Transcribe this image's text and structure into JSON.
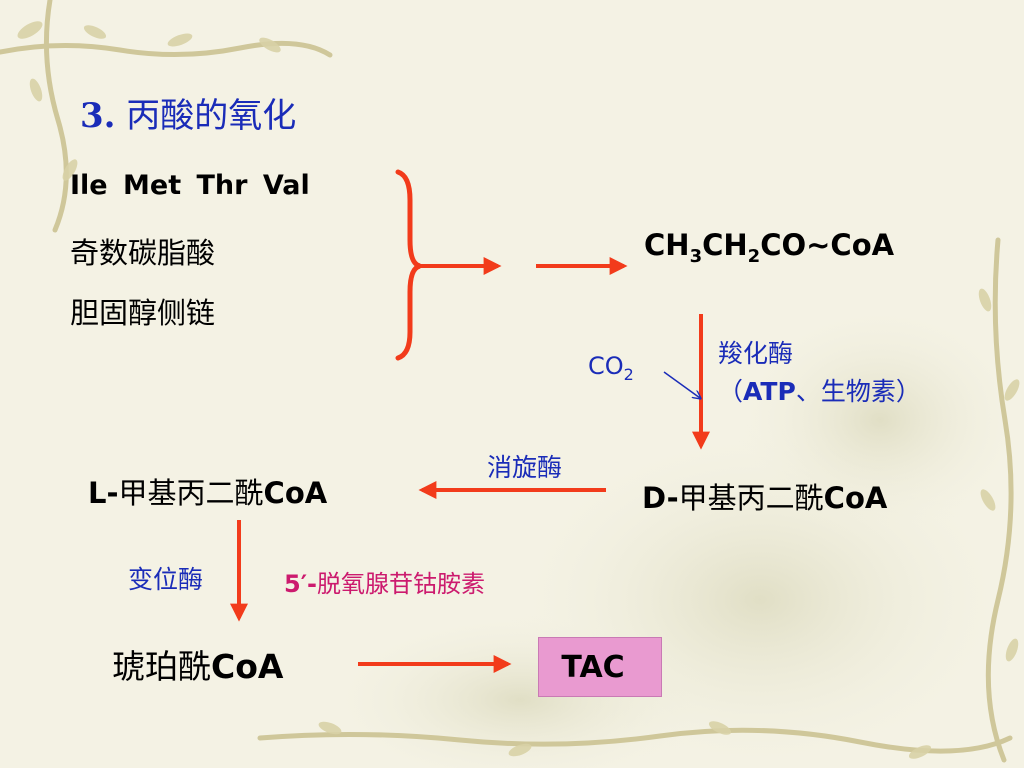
{
  "slide": {
    "title_number": "3.",
    "title_text": " 丙酸的氧化",
    "sources": {
      "amino_acids": "Ile  Met  Thr  Val",
      "odd_fatty_acid": "奇数碳脂酸",
      "cholesterol": "胆固醇侧链"
    },
    "propionyl": {
      "part1": "CH",
      "sub1": "3",
      "part2": "CH",
      "sub2": "2",
      "part3": "CO~CoA"
    },
    "carboxylase": {
      "name": "羧化酶",
      "cofactor_open": "（",
      "cofactor_bold": "ATP",
      "cofactor_rest": "、生物素）"
    },
    "co2": {
      "base": "CO",
      "sub": "2"
    },
    "d_methylmalonyl": {
      "prefix": "D-",
      "middle": "甲基丙二酰",
      "suffix": "CoA"
    },
    "epimerase": "消旋酶",
    "l_methylmalonyl": {
      "prefix": "L-",
      "middle": "甲基丙二酰",
      "suffix": "CoA"
    },
    "mutase": "变位酶",
    "cofactor_b12": {
      "prefix": "5′-",
      "rest": "脱氧腺苷钴胺素"
    },
    "succinyl": {
      "chinese": "琥珀酰",
      "suffix": "CoA"
    },
    "tac": "TAC"
  },
  "colors": {
    "title": "#1a2cb8",
    "enzyme_text": "#1a2cb8",
    "cofactor_text": "#cc1a6e",
    "arrow": "#f23b1b",
    "tac_box": "#e99ad0",
    "background": "#f4f2e4"
  }
}
